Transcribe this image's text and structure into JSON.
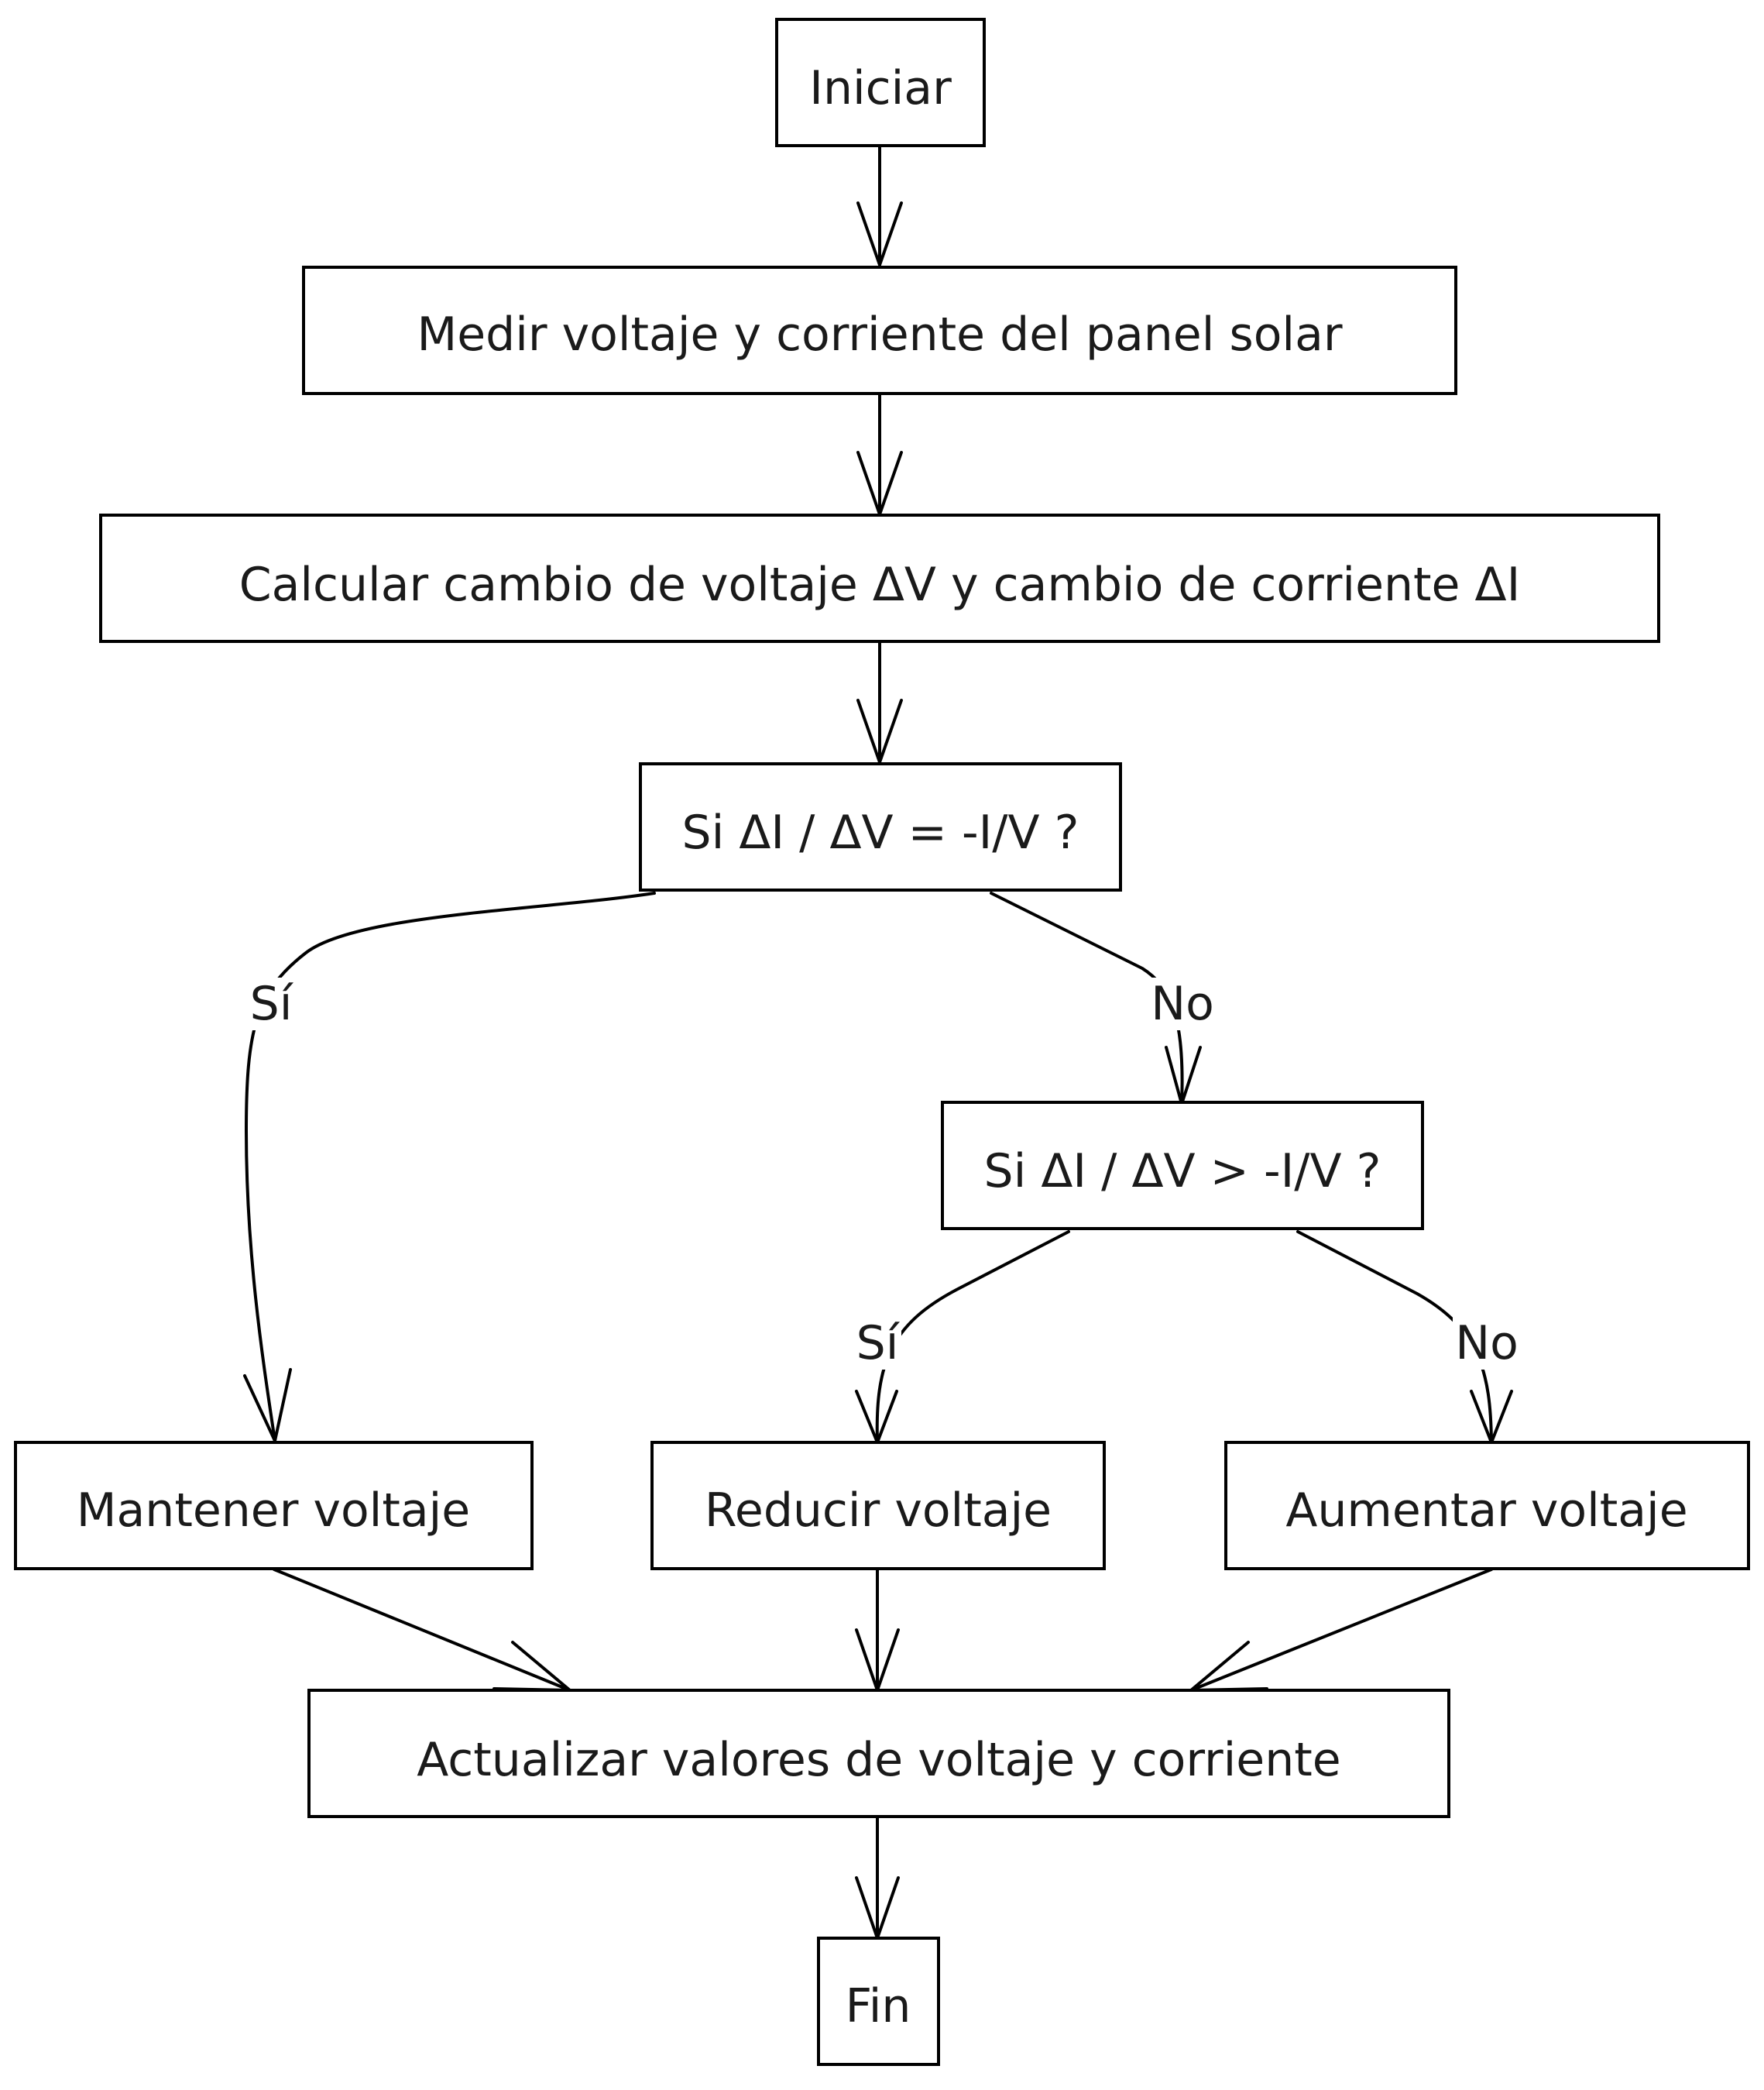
{
  "nodes": {
    "start": "Iniciar",
    "measure": "Medir voltaje y corriente del panel solar",
    "calculate": "Calcular cambio de voltaje ΔV y cambio de corriente ΔI",
    "decision1": "Si ΔI / ΔV = -I/V ?",
    "decision2": "Si ΔI / ΔV > -I/V ?",
    "maintain": "Mantener voltaje",
    "reduce": "Reducir voltaje",
    "increase": "Aumentar voltaje",
    "update": "Actualizar valores de voltaje y corriente",
    "end": "Fin"
  },
  "edge_labels": {
    "decision1_yes": "Sí",
    "decision1_no": "No",
    "decision2_yes": "Sí",
    "decision2_no": "No"
  }
}
